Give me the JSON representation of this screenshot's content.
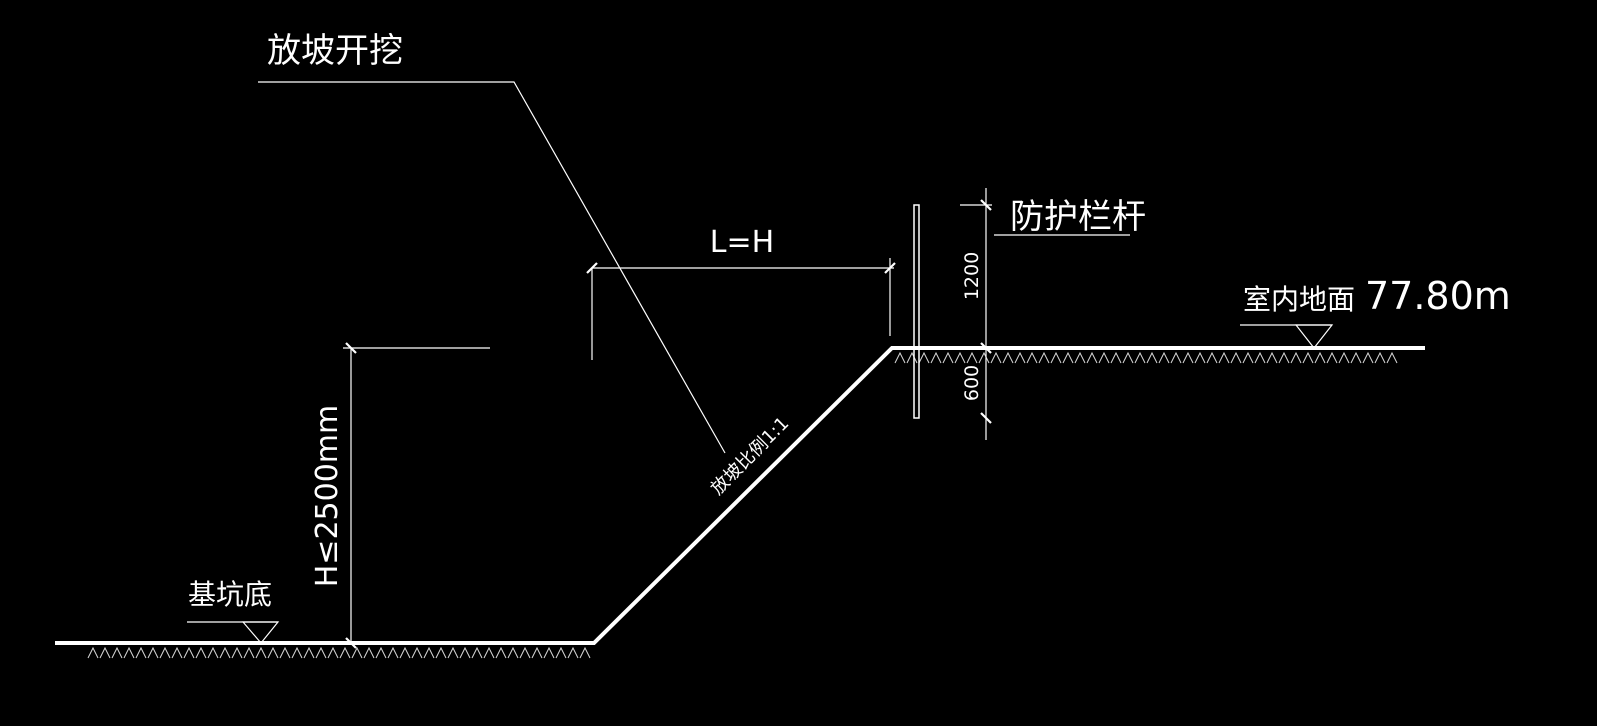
{
  "labels": {
    "slope_excavation": "放坡开挖",
    "guardrail": "防护栏杆",
    "horizontal_dim": "L=H",
    "height_dim": "H≤2500mm",
    "slope_ratio": "放坡比例1:1",
    "pit_bottom": "基坑底",
    "indoor_floor": "室内地面",
    "indoor_elevation": "77.80m",
    "rail_above": "1200",
    "rail_below": "600"
  },
  "colors": {
    "background": "#000000",
    "lines": "#ffffff"
  },
  "icons": {
    "level_marker": "triangle-down-icon"
  }
}
